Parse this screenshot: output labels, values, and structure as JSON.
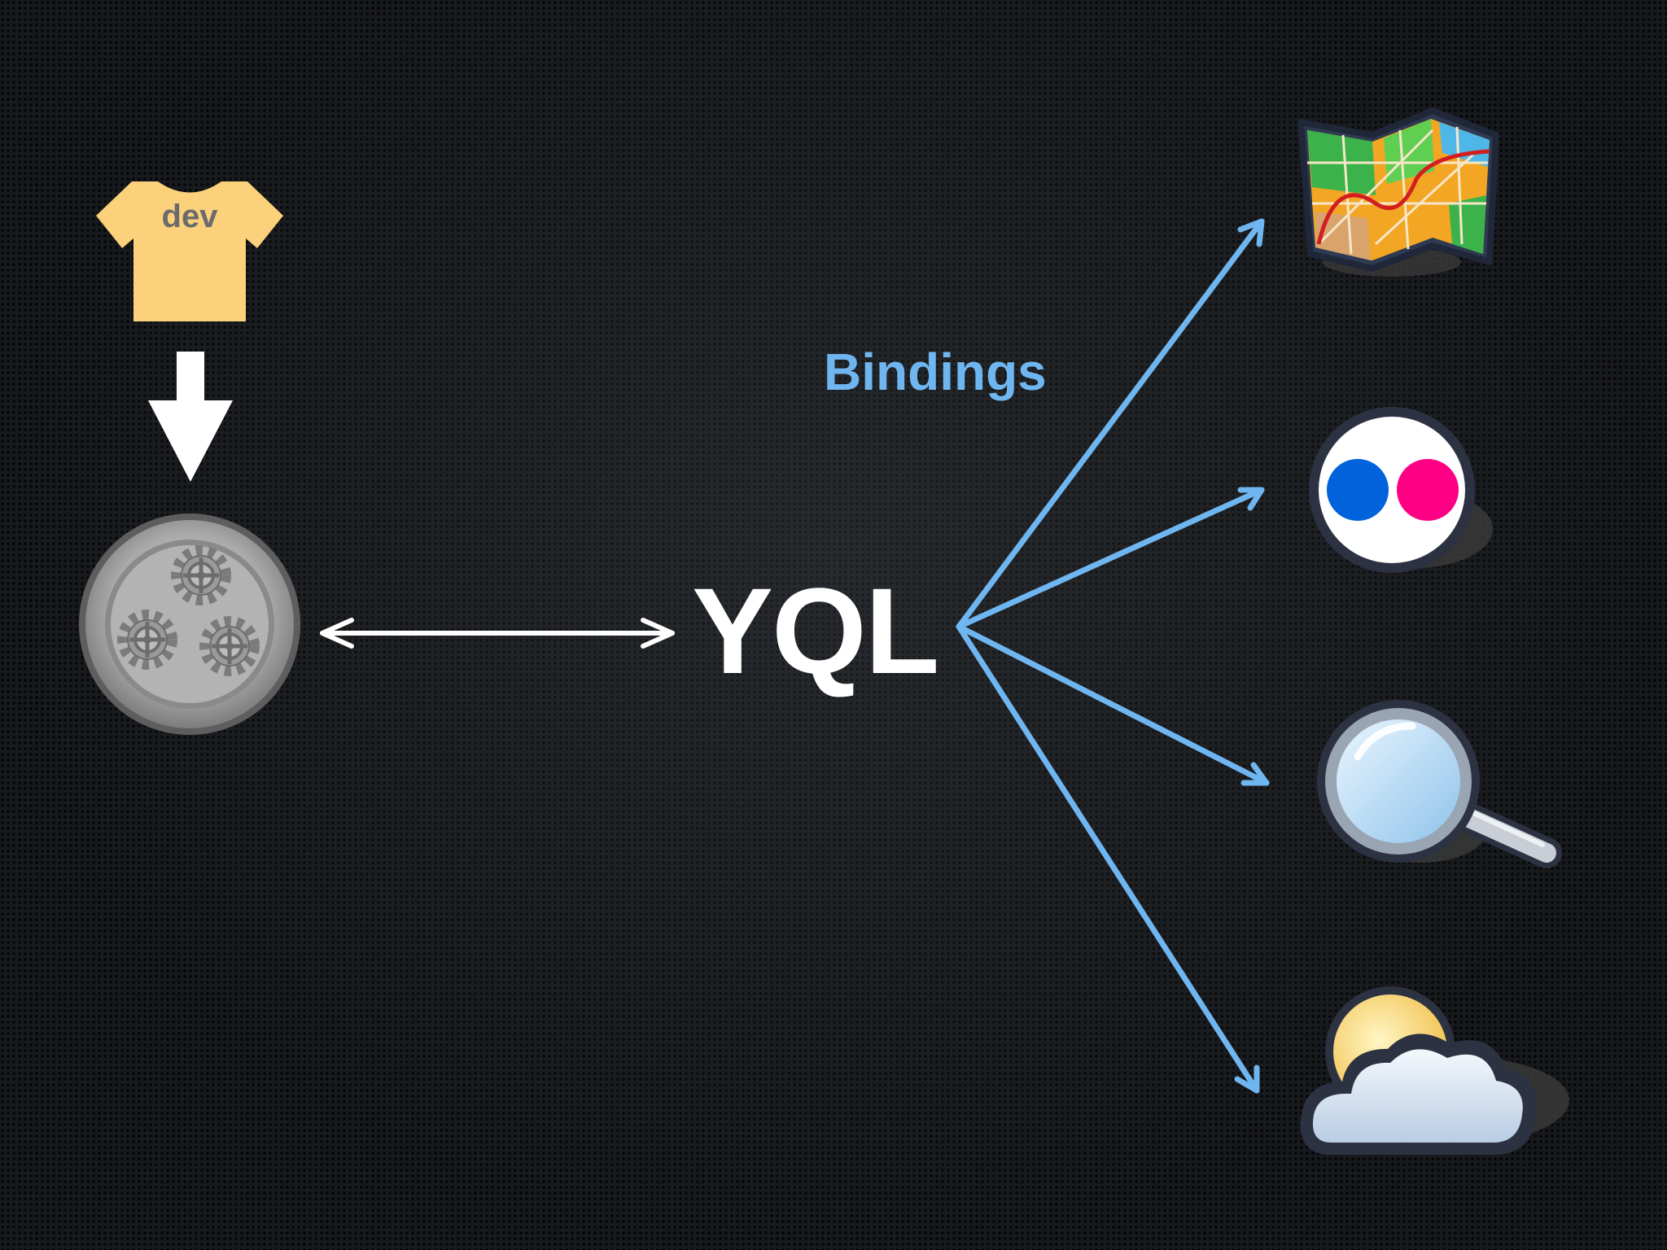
{
  "diagram": {
    "developer": {
      "shirt_label": "dev",
      "icon": "t-shirt-icon"
    },
    "engine": {
      "icon": "gears-icon"
    },
    "center_label": "YQL",
    "bindings_label": "Bindings",
    "services": [
      {
        "icon": "map-icon"
      },
      {
        "icon": "flickr-icon"
      },
      {
        "icon": "search-icon"
      },
      {
        "icon": "weather-icon"
      }
    ],
    "colors": {
      "binding_arrow": "#6fb6f0",
      "arrow": "#ffffff",
      "shirt": "#fbd27b",
      "flickr_blue": "#0063dc",
      "flickr_pink": "#ff0084"
    }
  }
}
